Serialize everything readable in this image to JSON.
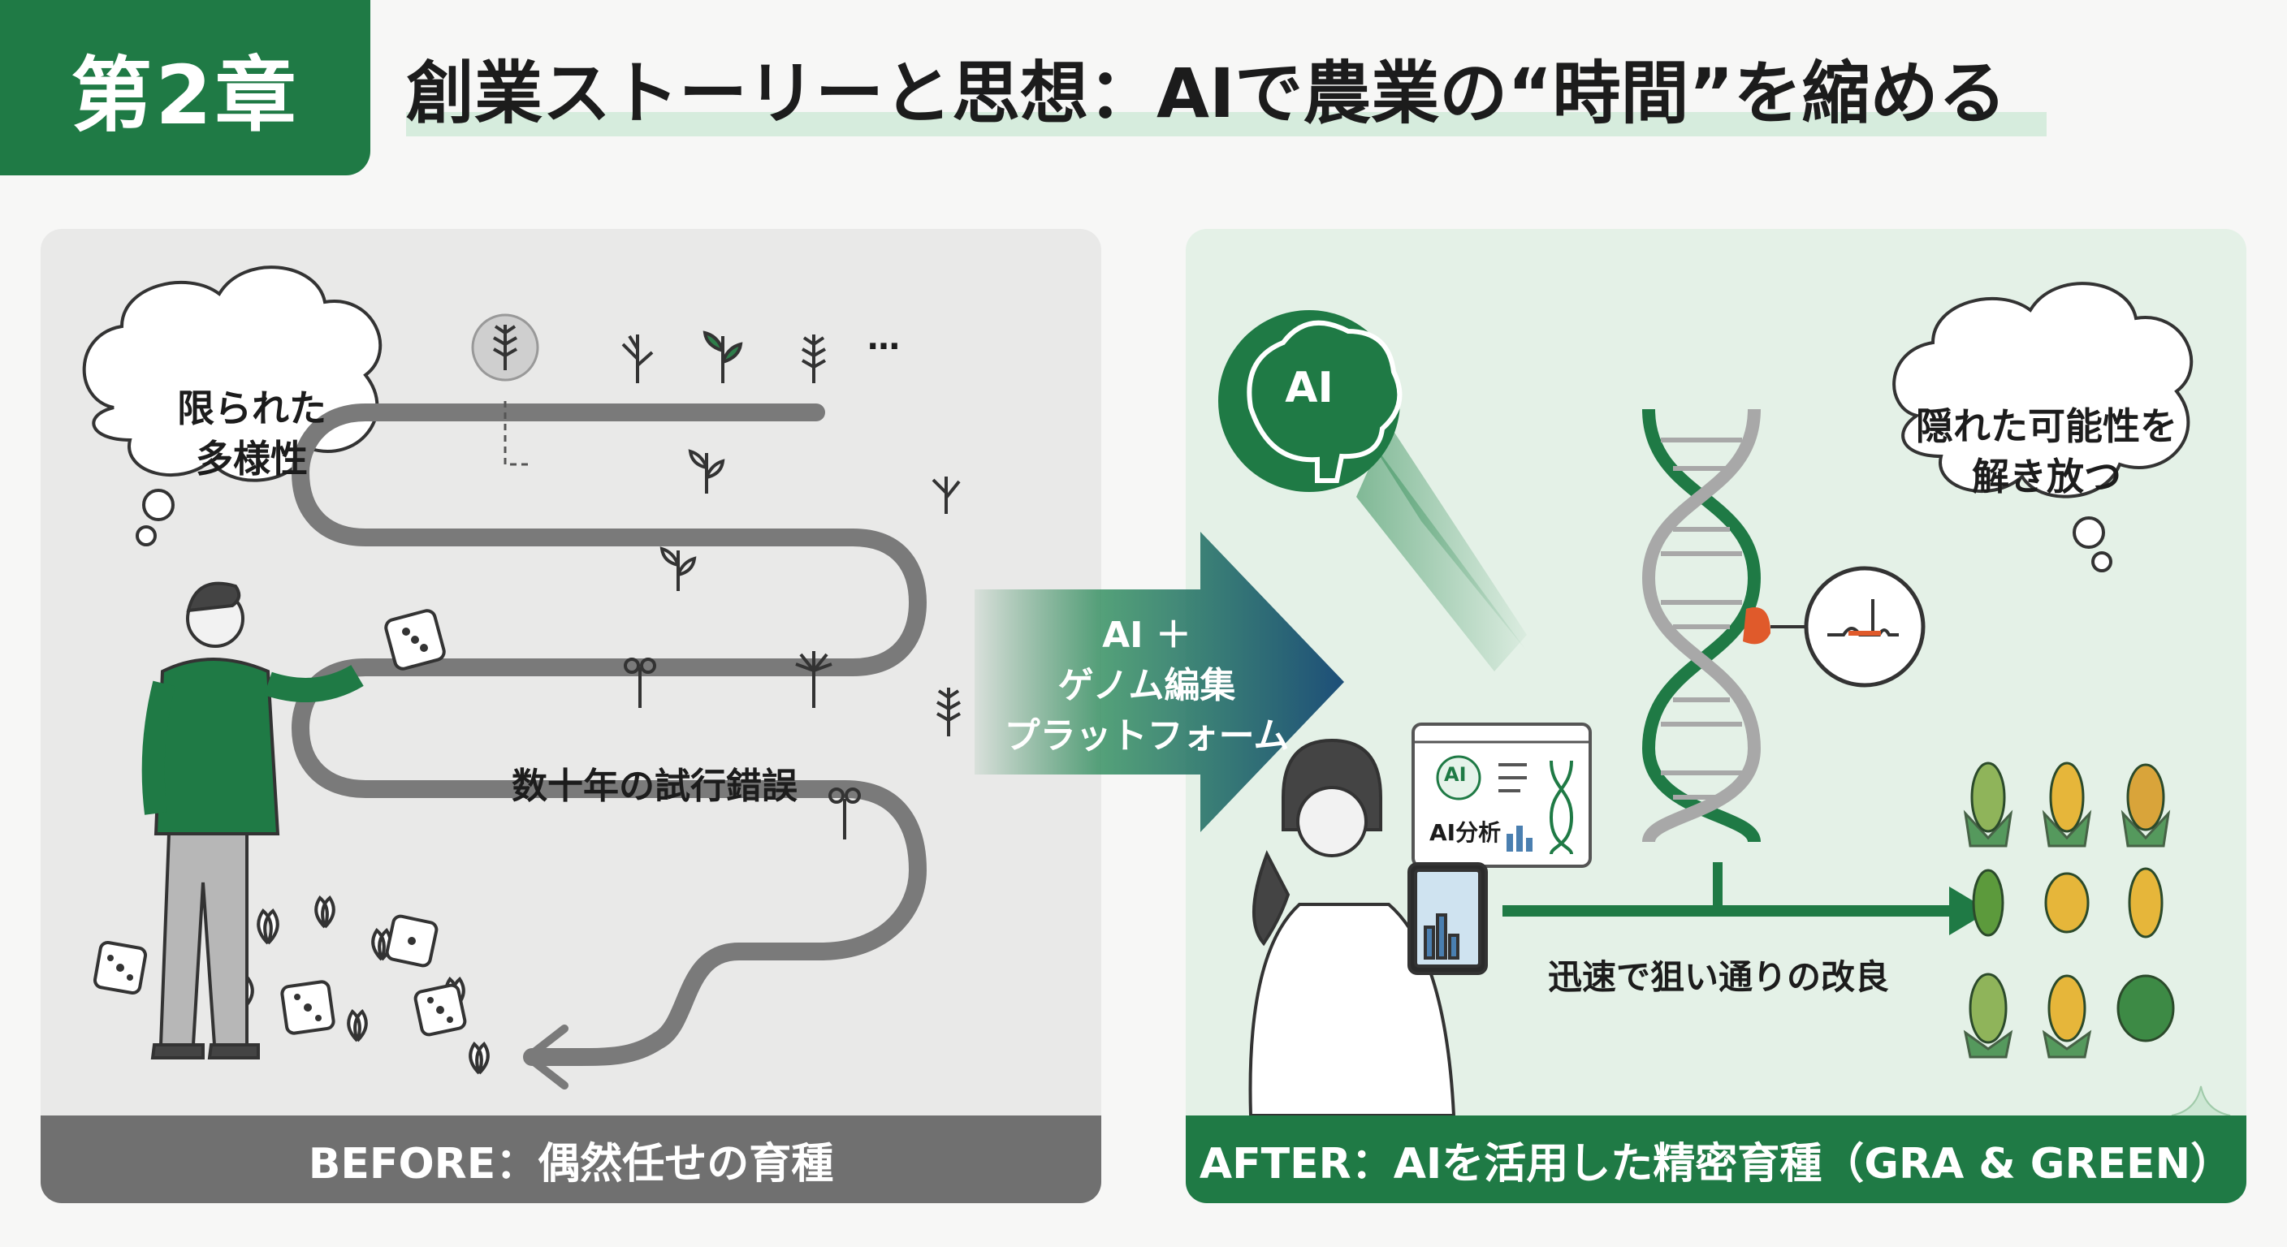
{
  "header": {
    "chapter": "第2章",
    "title": "創業ストーリーと思想：AIで農業の“時間”を縮める"
  },
  "before": {
    "thought": [
      "限られた",
      "多様性"
    ],
    "path_label": "数十年の試行錯誤",
    "ellipsis": "…",
    "footer": "BEFORE：偶然任せの育種"
  },
  "transition": {
    "lines": [
      "AI ＋",
      "ゲノム編集",
      "プラットフォーム"
    ]
  },
  "after": {
    "brain_label": "AI",
    "thought": [
      "隠れた可能性を",
      "解き放つ"
    ],
    "monitor_ai": "AI",
    "monitor_label": "AI分析",
    "result_label": "迅速で狙い通りの改良",
    "footer": "AFTER：AIを活用した精密育種（GRA & GREEN）"
  },
  "colors": {
    "green": "#1f7a45",
    "gray_footer": "#707070",
    "arrow_blue": "#1d4e78",
    "mutation": "#e05a2b"
  }
}
